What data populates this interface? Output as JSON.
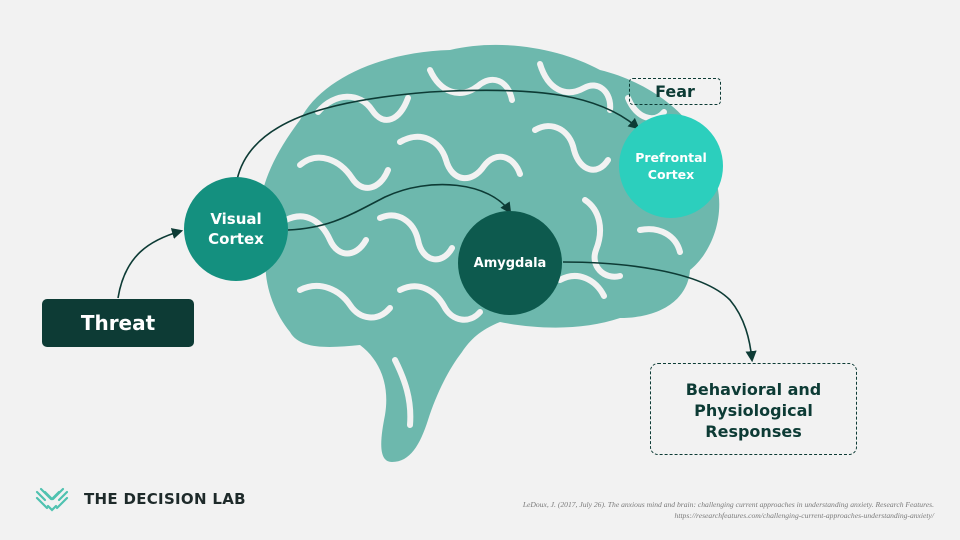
{
  "nodes": {
    "threat": "Threat",
    "visual_cortex": "Visual\nCortex",
    "amygdala": "Amygdala",
    "prefrontal_cortex": "Prefrontal\nCortex"
  },
  "labels": {
    "fear": "Fear",
    "responses": "Behavioral and\nPhysiological\nResponses"
  },
  "footer": {
    "brand": "THE DECISION LAB",
    "citation_line1": "LeDoux, J. (2017, July 26). The anxious mind and brain: challenging current approaches in understanding anxiety. Research Features.",
    "citation_line2": "https://researchfeatures.com/challenging-current-approaches-understanding-anxiety/"
  },
  "colors": {
    "brain": "#6db8ad",
    "brain_lines": "#f2f2f2",
    "visual_cortex": "#14907f",
    "amygdala": "#0d5a4e",
    "prefrontal": "#2ccfbd",
    "dark": "#0d3b35",
    "logo": "#4fc2b0"
  },
  "icons": [
    "brain-illustration",
    "decision-lab-logo-icon"
  ]
}
